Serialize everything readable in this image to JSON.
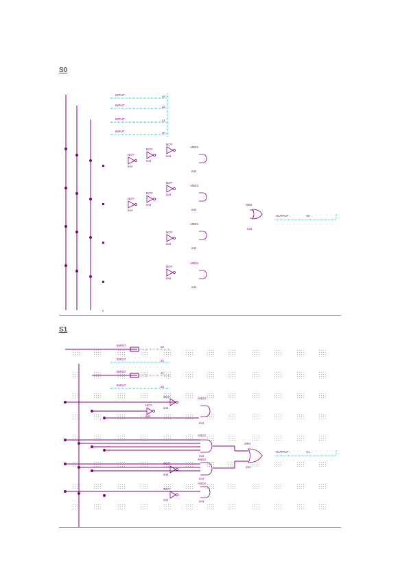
{
  "sections": {
    "s0_title": "S0",
    "s1_title": "S1"
  },
  "labels": {
    "and": "AND4",
    "or": "OR4",
    "not": "NOT",
    "inst": "inst",
    "output": "OUTPUT",
    "s0_output_name": "S0",
    "s1_output_name": "S1"
  },
  "colors": {
    "wire": "#800080",
    "input_pin": "#1aa3a3",
    "dots": "#555555",
    "divider": "#9a9a9a"
  }
}
